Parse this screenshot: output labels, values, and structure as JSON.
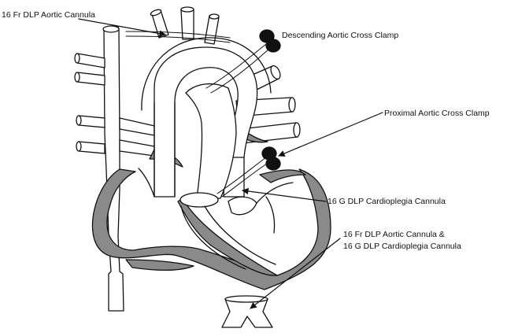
{
  "labels": {
    "aortic_cannula": "16 Fr DLP Aortic Cannula",
    "descending_clamp": "Descending Aortic Cross Clamp",
    "proximal_clamp": "Proximal Aortic Cross Clamp",
    "cardioplegia_cannula": "16 G DLP Cardioplegia Cannula",
    "combined_line1": "16 Fr DLP Aortic Cannula &",
    "combined_line2": "16 G DLP Cardioplegia Cannula"
  },
  "colors": {
    "line": "#111111",
    "muscle_fill": "#8a8a8a",
    "background": "#ffffff"
  }
}
